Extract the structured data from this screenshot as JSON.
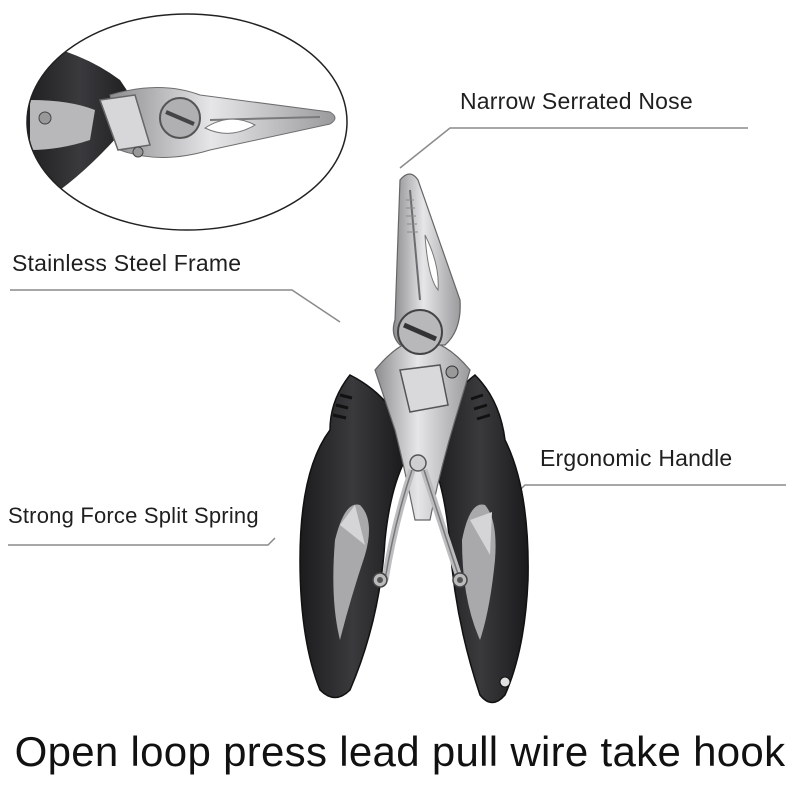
{
  "callouts": {
    "nose": "Narrow Serrated Nose",
    "frame": "Stainless Steel Frame",
    "handle": "Ergonomic Handle",
    "spring": "Strong Force Split Spring"
  },
  "caption": "Open loop press lead pull wire take hook",
  "colors": {
    "background": "#ffffff",
    "handle": "#2b2b2d",
    "steel": "#c9c9cb",
    "callout_line": "#888888"
  }
}
